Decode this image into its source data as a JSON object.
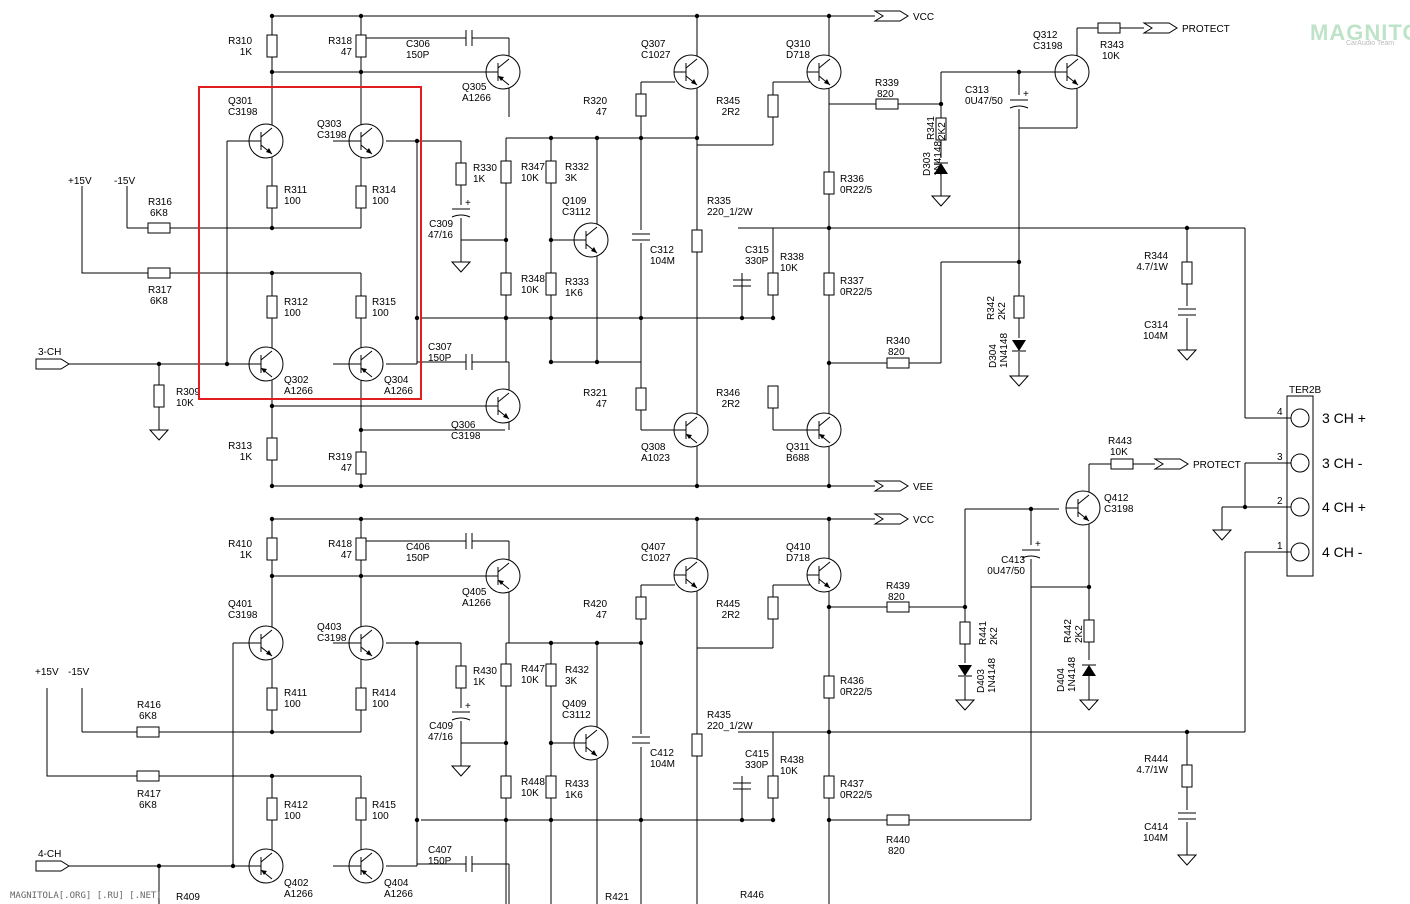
{
  "nets": {
    "vcc": "VCC",
    "vee": "VEE",
    "protect": "PROTECT",
    "p15v": "+15V",
    "m15v": "-15V",
    "ch3_in": "3-CH",
    "ch4_in": "4-CH"
  },
  "connector": {
    "name": "TER2B",
    "pins": [
      {
        "num": "4",
        "label": "3 CH +"
      },
      {
        "num": "3",
        "label": "3 CH -"
      },
      {
        "num": "2",
        "label": "4 CH +"
      },
      {
        "num": "1",
        "label": "4 CH -"
      }
    ]
  },
  "watermark": {
    "logo": "MAGNITOLA",
    "logo_sub": "CarAudio Team",
    "footer": "MAGNITOLA[.ORG] [.RU] [.NET]"
  },
  "components": [
    {
      "ref": "R310",
      "value": "1K"
    },
    {
      "ref": "R318",
      "value": "47"
    },
    {
      "ref": "C306",
      "value": "150P"
    },
    {
      "ref": "Q305",
      "value": "A1266"
    },
    {
      "ref": "Q301",
      "value": "C3198"
    },
    {
      "ref": "Q303",
      "value": "C3198"
    },
    {
      "ref": "R311",
      "value": "100"
    },
    {
      "ref": "R314",
      "value": "100"
    },
    {
      "ref": "R316",
      "value": "6K8"
    },
    {
      "ref": "R317",
      "value": "6K8"
    },
    {
      "ref": "R312",
      "value": "100"
    },
    {
      "ref": "R315",
      "value": "100"
    },
    {
      "ref": "Q302",
      "value": "A1266"
    },
    {
      "ref": "Q304",
      "value": "A1266"
    },
    {
      "ref": "R309",
      "value": "10K"
    },
    {
      "ref": "R313",
      "value": "1K"
    },
    {
      "ref": "R319",
      "value": "47"
    },
    {
      "ref": "Q306",
      "value": "C3198"
    },
    {
      "ref": "C307",
      "value": "150P"
    },
    {
      "ref": "R330",
      "value": "1K"
    },
    {
      "ref": "C309",
      "value": "47/16"
    },
    {
      "ref": "R347",
      "value": "10K"
    },
    {
      "ref": "R332",
      "value": "3K"
    },
    {
      "ref": "Q109",
      "value": "C3112"
    },
    {
      "ref": "R348",
      "value": "10K"
    },
    {
      "ref": "R333",
      "value": "1K6"
    },
    {
      "ref": "R320",
      "value": "47"
    },
    {
      "ref": "C312",
      "value": "104M"
    },
    {
      "ref": "R321",
      "value": "47"
    },
    {
      "ref": "Q307",
      "value": "C1027"
    },
    {
      "ref": "Q308",
      "value": "A1023"
    },
    {
      "ref": "R335",
      "value": "220_1/2W"
    },
    {
      "ref": "C315",
      "value": "330P"
    },
    {
      "ref": "R338",
      "value": "10K"
    },
    {
      "ref": "R345",
      "value": "2R2"
    },
    {
      "ref": "R346",
      "value": "2R2"
    },
    {
      "ref": "Q310",
      "value": "D718"
    },
    {
      "ref": "Q311",
      "value": "B688"
    },
    {
      "ref": "R336",
      "value": "0R22/5"
    },
    {
      "ref": "R337",
      "value": "0R22/5"
    },
    {
      "ref": "R339",
      "value": "820"
    },
    {
      "ref": "R340",
      "value": "820"
    },
    {
      "ref": "R341",
      "value": "2K2"
    },
    {
      "ref": "D303",
      "value": "1N4148"
    },
    {
      "ref": "C313",
      "value": "0U47/50"
    },
    {
      "ref": "Q312",
      "value": "C3198"
    },
    {
      "ref": "R343",
      "value": "10K"
    },
    {
      "ref": "R342",
      "value": "2K2"
    },
    {
      "ref": "D304",
      "value": "1N4148"
    },
    {
      "ref": "R344",
      "value": "4.7/1W"
    },
    {
      "ref": "C314",
      "value": "104M"
    },
    {
      "ref": "R410",
      "value": "1K"
    },
    {
      "ref": "R418",
      "value": "47"
    },
    {
      "ref": "C406",
      "value": "150P"
    },
    {
      "ref": "Q405",
      "value": "A1266"
    },
    {
      "ref": "Q401",
      "value": "C3198"
    },
    {
      "ref": "Q403",
      "value": "C3198"
    },
    {
      "ref": "R411",
      "value": "100"
    },
    {
      "ref": "R414",
      "value": "100"
    },
    {
      "ref": "R416",
      "value": "6K8"
    },
    {
      "ref": "R417",
      "value": "6K8"
    },
    {
      "ref": "R412",
      "value": "100"
    },
    {
      "ref": "R415",
      "value": "100"
    },
    {
      "ref": "Q402",
      "value": "A1266"
    },
    {
      "ref": "Q404",
      "value": "A1266"
    },
    {
      "ref": "R409",
      "value": ""
    },
    {
      "ref": "C407",
      "value": "150P"
    },
    {
      "ref": "R430",
      "value": "1K"
    },
    {
      "ref": "C409",
      "value": "47/16"
    },
    {
      "ref": "R447",
      "value": "10K"
    },
    {
      "ref": "R432",
      "value": "3K"
    },
    {
      "ref": "Q409",
      "value": "C3112"
    },
    {
      "ref": "R448",
      "value": "10K"
    },
    {
      "ref": "R433",
      "value": "1K6"
    },
    {
      "ref": "R420",
      "value": "47"
    },
    {
      "ref": "C412",
      "value": "104M"
    },
    {
      "ref": "R421",
      "value": ""
    },
    {
      "ref": "Q407",
      "value": "C1027"
    },
    {
      "ref": "R435",
      "value": "220_1/2W"
    },
    {
      "ref": "C415",
      "value": "330P"
    },
    {
      "ref": "R438",
      "value": "10K"
    },
    {
      "ref": "R445",
      "value": "2R2"
    },
    {
      "ref": "R446",
      "value": ""
    },
    {
      "ref": "Q410",
      "value": "D718"
    },
    {
      "ref": "R436",
      "value": "0R22/5"
    },
    {
      "ref": "R437",
      "value": "0R22/5"
    },
    {
      "ref": "R439",
      "value": "820"
    },
    {
      "ref": "R440",
      "value": "820"
    },
    {
      "ref": "R441",
      "value": "2K2"
    },
    {
      "ref": "D403",
      "value": "1N4148"
    },
    {
      "ref": "C413",
      "value": "0U47/50"
    },
    {
      "ref": "Q412",
      "value": "C3198"
    },
    {
      "ref": "R443",
      "value": "10K"
    },
    {
      "ref": "R442",
      "value": "2K2"
    },
    {
      "ref": "D404",
      "value": "1N4148"
    },
    {
      "ref": "R444",
      "value": "4.7/1W"
    },
    {
      "ref": "C414",
      "value": "104M"
    }
  ],
  "highlight": {
    "color": "#e01e1e"
  }
}
